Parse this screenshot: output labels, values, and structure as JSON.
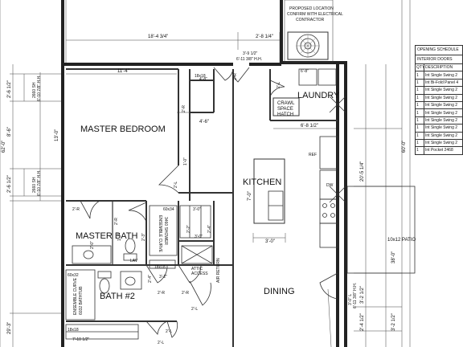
{
  "rooms": {
    "master_bedroom": "MASTER BEDROOM",
    "master_bath": "MASTER BATH",
    "bath2": "BATH #2",
    "kitchen": "KITCHEN",
    "laundry": "LAUNDRY",
    "dining": "DINING",
    "patio": "10x12 PATIO",
    "crawl_space_hatch": [
      "CRAWL",
      "SPACE",
      "HATCH"
    ]
  },
  "notes": {
    "contractor_note": [
      "PROPOSED LOCATION",
      "CONFIRM WITH ELECTRICAL",
      "CONTRACTOR"
    ],
    "shower1": [
      "60x34",
      "ENSEMBLE CURVE",
      "3460 SHOWER"
    ],
    "shower2": [
      "60x32",
      "ENSEMBLE CURVE",
      "6032 BATHTUB"
    ],
    "attic_access": [
      "ATTIC",
      "ACCESS"
    ],
    "ref": "REF",
    "dw": "DW",
    "lav": "LAV",
    "air_return": "AIR RETURN"
  },
  "dimensions": {
    "top_width": "18'-4 3/4\"",
    "top_right": "2'-8 1/4\"",
    "hall_top": "3'-9 1/2\"",
    "hall_hh": "6'-11 3/8\" H.H.",
    "bedroom_width": "11'-4\"",
    "closet_width": "4'-6\"",
    "left_1": "2'-6 1/2\"",
    "left_2": "8'-6\"",
    "left_3": "2'-6 1/2\"",
    "left_4": "29'-3\"",
    "left_5": "62'-0\"",
    "sh1": "2660 SH",
    "sh1_hh": "6'-10 7/8\" H.H.",
    "sh2": "2660 SH",
    "sh2_hh": "6'-10 7/8\" H.H.",
    "bed_vertical": "13'-0\"",
    "laundry_width": "6'-8 1/2\"",
    "island_width": "3'-0\"",
    "island_len": "7'-0\"",
    "right_1": "20'-5 1/4\"",
    "right_2": "60'-0\"",
    "right_3": "38'-0\"",
    "right_4": "3'-2 1/2\"",
    "right_5": "2'-4 1/2\"",
    "right_6": "3'-2 1/2\"",
    "door_bottom": "3'-0\" L",
    "door_bottom_hh": "6'-11 3/8\" H.H.",
    "bath_dims": [
      "7'-10 1/2\"",
      "3'-2\"",
      "2'-4\"",
      "2'-3\"",
      "1'-7\"",
      "2'-0\"",
      "2'-4\"",
      "3'-0\""
    ],
    "door_r": [
      "2'-R",
      "2'-R",
      "2'-R",
      "2'-R",
      "2'-R",
      "2'-L",
      "2'-L",
      "2'-L",
      "2'-R",
      "2'-L",
      "2'-L"
    ],
    "misc": [
      "6'-8\"",
      "1'-0\"",
      "4'-8\"",
      "18x18",
      "18x18",
      "18x18",
      "3'-0\"",
      "2'-2\"",
      "60x34"
    ]
  },
  "schedule": {
    "title": "OPENING SCHEDULE",
    "subtitle": "INTERIOR DOORS",
    "headers": [
      "QTY",
      "DESCRIPTION"
    ],
    "rows": [
      [
        "1",
        "Int Single Swing 2"
      ],
      [
        "1",
        "Int Bi-Fold Panel 4"
      ],
      [
        "1",
        "Int Single Swing 2"
      ],
      [
        "1",
        "Int Single Swing 2"
      ],
      [
        "1",
        "Int Single Swing 2"
      ],
      [
        "1",
        "Int Single Swing 2"
      ],
      [
        "1",
        "Int Single Swing 2"
      ],
      [
        "1",
        "Int Single Swing 2"
      ],
      [
        "1",
        "Int Single Swing 2"
      ],
      [
        "1",
        "Int Single Swing 2"
      ],
      [
        "1",
        "Int Pocket 2468"
      ]
    ]
  }
}
